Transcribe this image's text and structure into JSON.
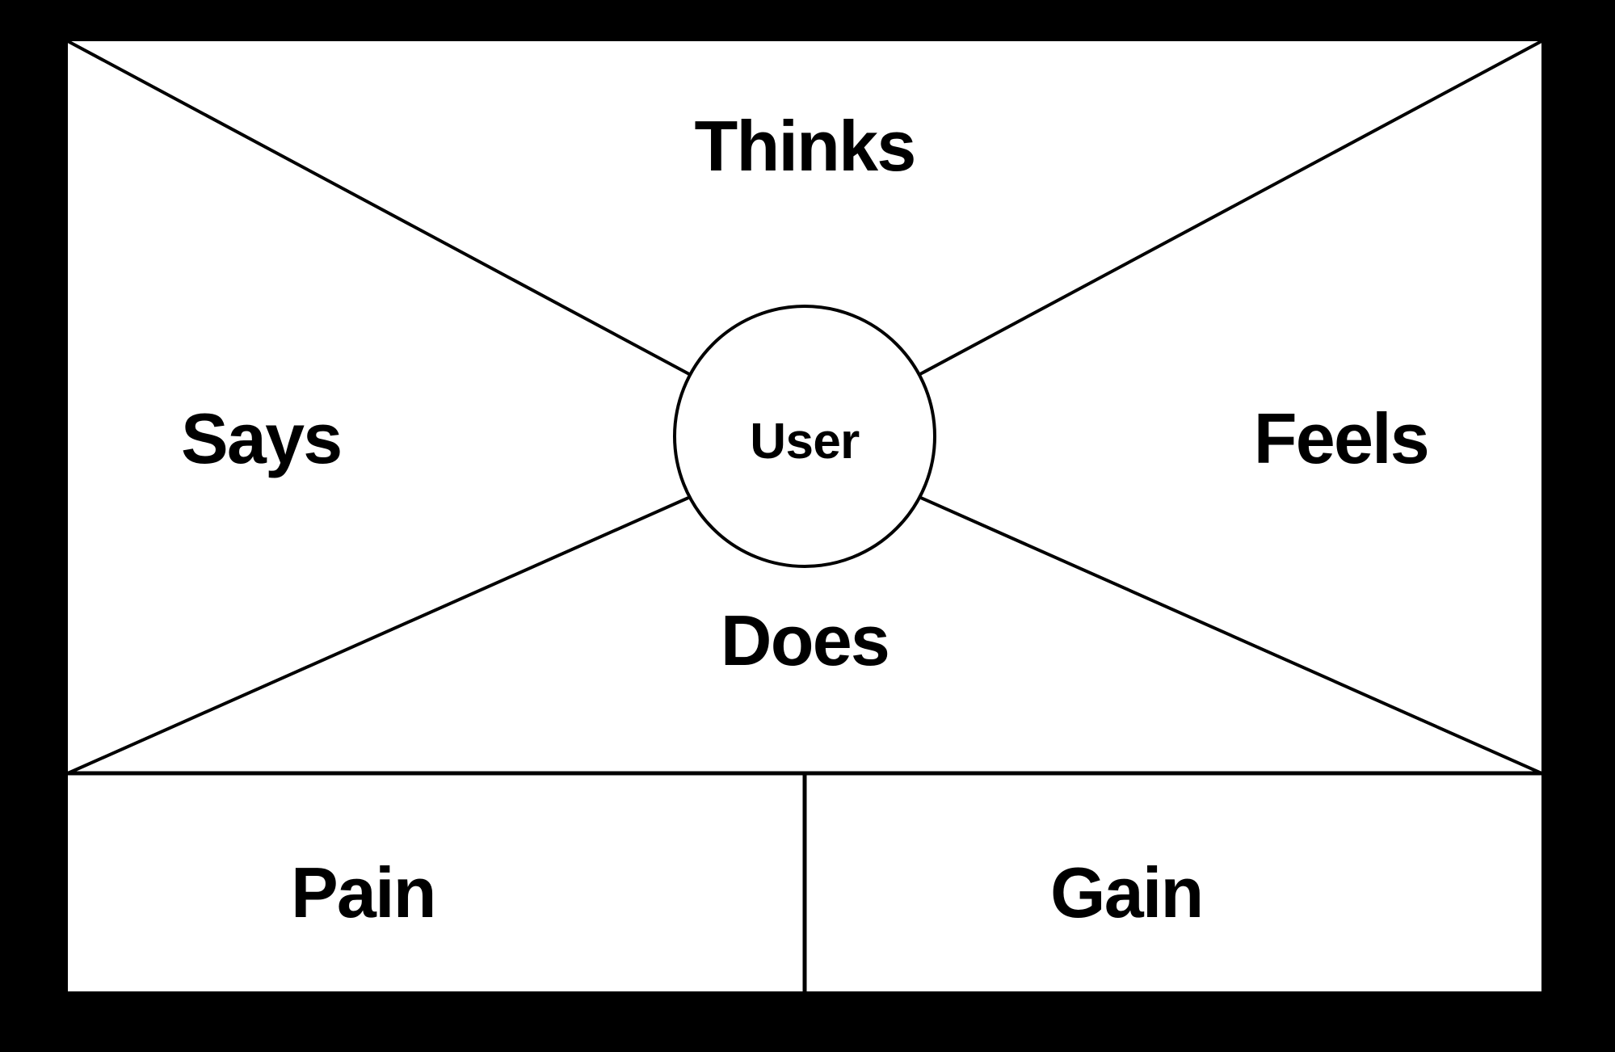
{
  "diagram": {
    "type": "empathy-map",
    "center": {
      "label": "User"
    },
    "quadrants": [
      {
        "key": "thinks",
        "label": "Thinks",
        "position": "top"
      },
      {
        "key": "says",
        "label": "Says",
        "position": "left"
      },
      {
        "key": "feels",
        "label": "Feels",
        "position": "right"
      },
      {
        "key": "does",
        "label": "Does",
        "position": "bottom"
      }
    ],
    "bottom_row": [
      {
        "key": "pain",
        "label": "Pain",
        "position": "bottom-left"
      },
      {
        "key": "gain",
        "label": "Gain",
        "position": "bottom-right"
      }
    ],
    "colors": {
      "background": "#000000",
      "panel": "#ffffff",
      "ink": "#000000"
    }
  }
}
